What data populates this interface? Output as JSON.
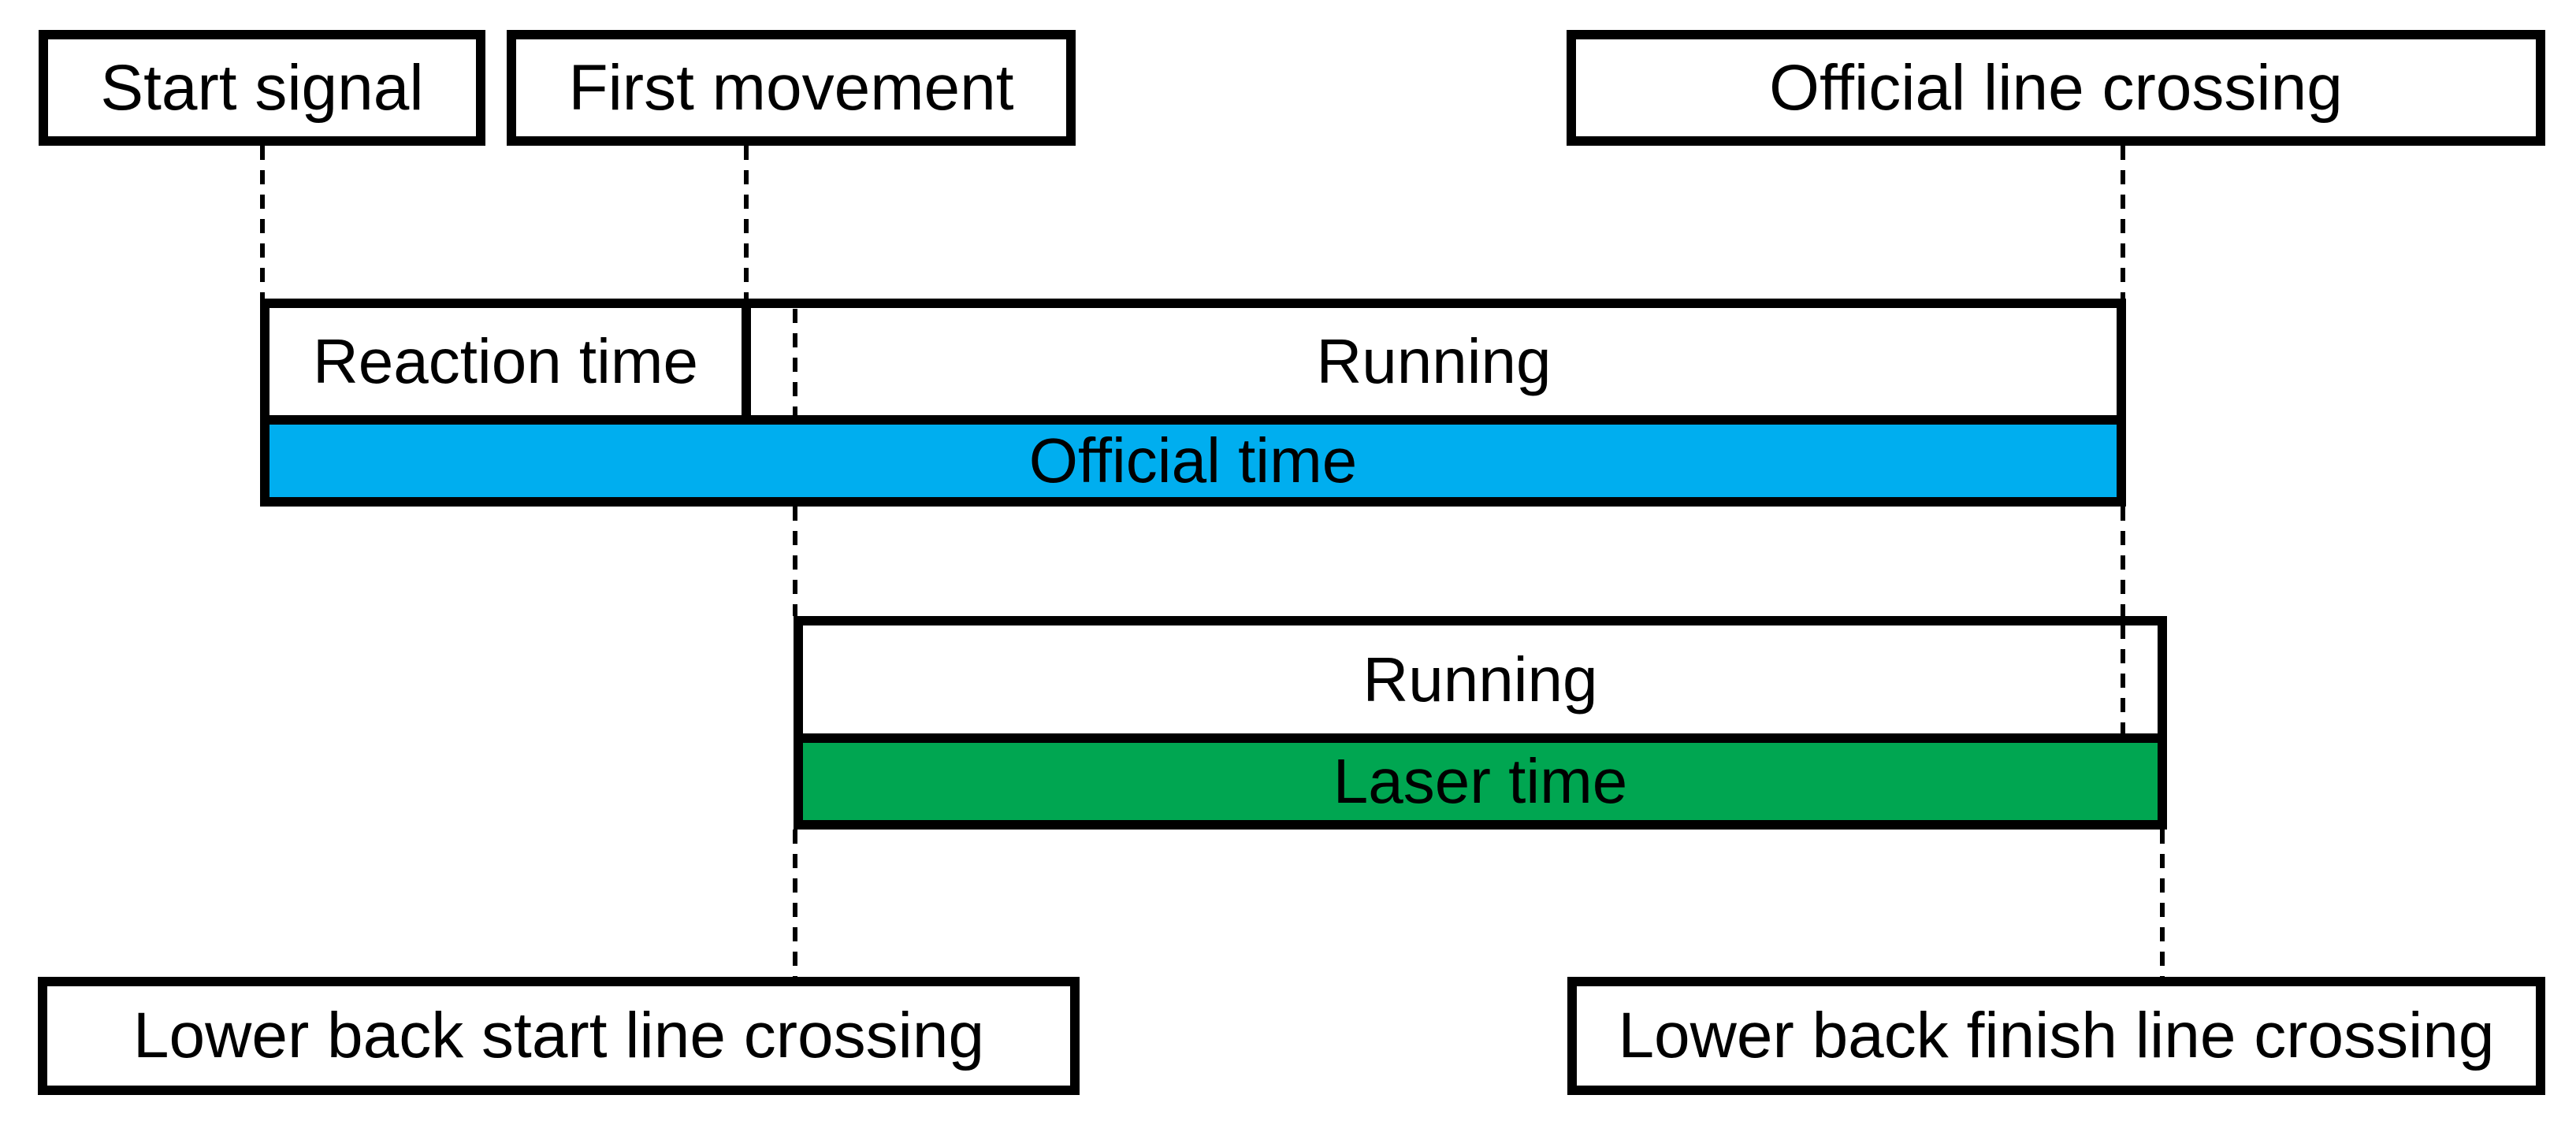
{
  "labels": {
    "start_signal": "Start signal",
    "first_movement": "First movement",
    "official_line_crossing": "Official line crossing",
    "reaction_time": "Reaction time",
    "running_official": "Running",
    "official_time": "Official time",
    "running_laser": "Running",
    "laser_time": "Laser time",
    "lower_back_start": "Lower back start line crossing",
    "lower_back_finish": "Lower back finish line crossing"
  },
  "colors": {
    "official_time_fill": "#00AEEF",
    "laser_time_fill": "#00A651",
    "line": "#000000",
    "background": "#FFFFFF"
  }
}
